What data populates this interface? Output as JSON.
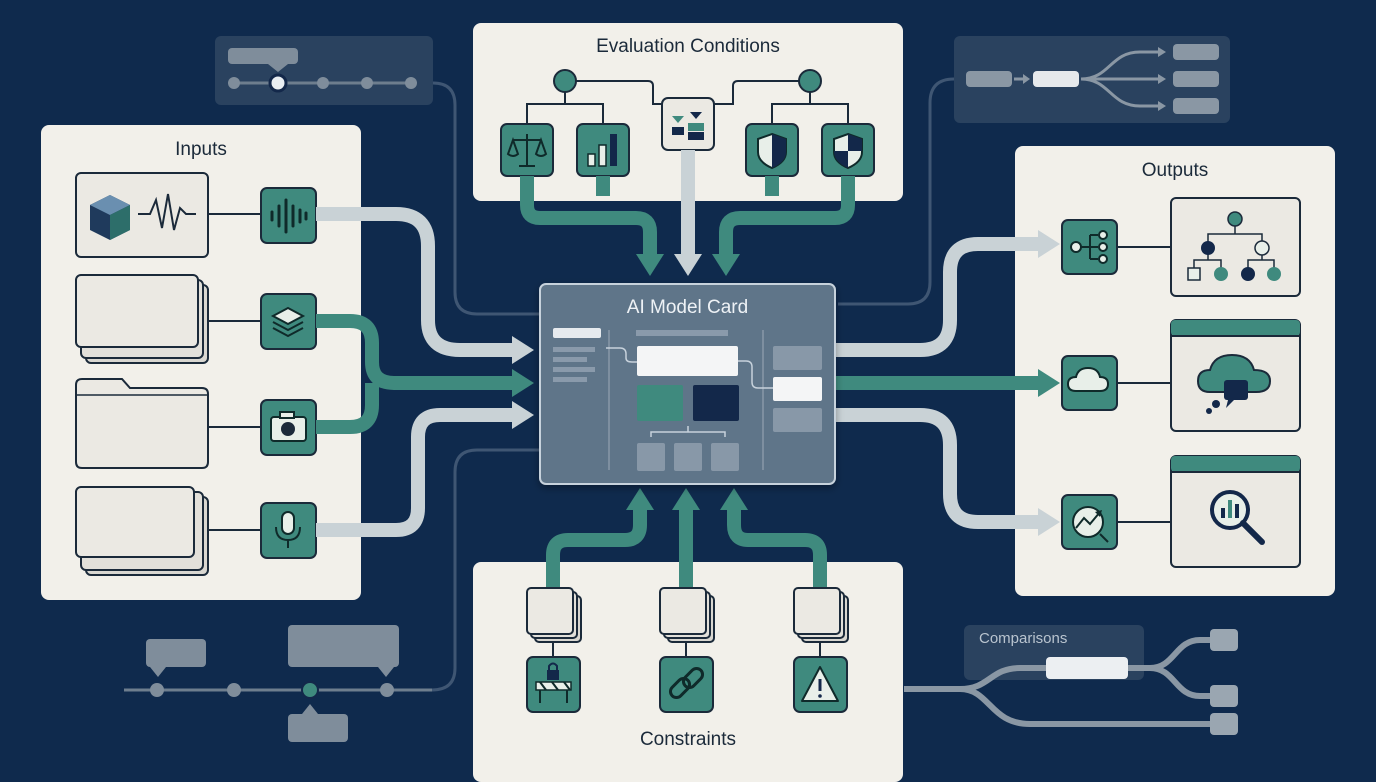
{
  "panels": {
    "inputs": {
      "title": "Inputs"
    },
    "evaluation": {
      "title": "Evaluation Conditions"
    },
    "outputs": {
      "title": "Outputs"
    },
    "constraints": {
      "title": "Constraints"
    }
  },
  "model_card": {
    "title": "AI Model Card"
  },
  "comparisons": {
    "label": "Comparisons"
  },
  "icons": {
    "inputs": [
      "waveform-icon",
      "layers-icon",
      "camera-icon",
      "microphone-icon"
    ],
    "evaluation": [
      "balance-scale-icon",
      "bar-chart-icon",
      "switch-icon",
      "shield-icon",
      "half-shield-icon"
    ],
    "outputs": [
      "hierarchy-icon",
      "cloud-icon",
      "analytics-icon"
    ],
    "constraints": [
      "barrier-lock-icon",
      "chain-link-icon",
      "warning-icon"
    ]
  },
  "colors": {
    "background": "#0f2a4d",
    "panel": "#f2f0ea",
    "teal": "#3f8a7e",
    "arrow_light": "#c9d2d6",
    "dark_navy": "#13284a"
  }
}
